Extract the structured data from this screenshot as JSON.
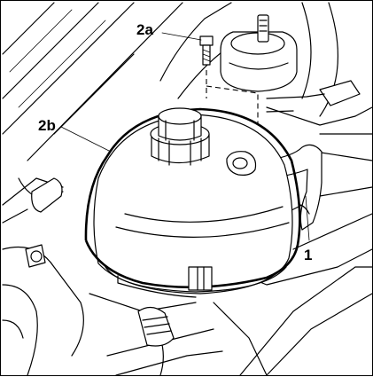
{
  "diagram": {
    "callouts": {
      "c1": "1",
      "c2a": "2a",
      "c2b": "2b"
    },
    "parts": {
      "expansion_tank": "coolant-expansion-tank",
      "filler_cap": "filler-cap",
      "bolt": "mounting-bolt",
      "hose": "coolant-hose",
      "strut_mount": "strut-top-mount"
    }
  }
}
